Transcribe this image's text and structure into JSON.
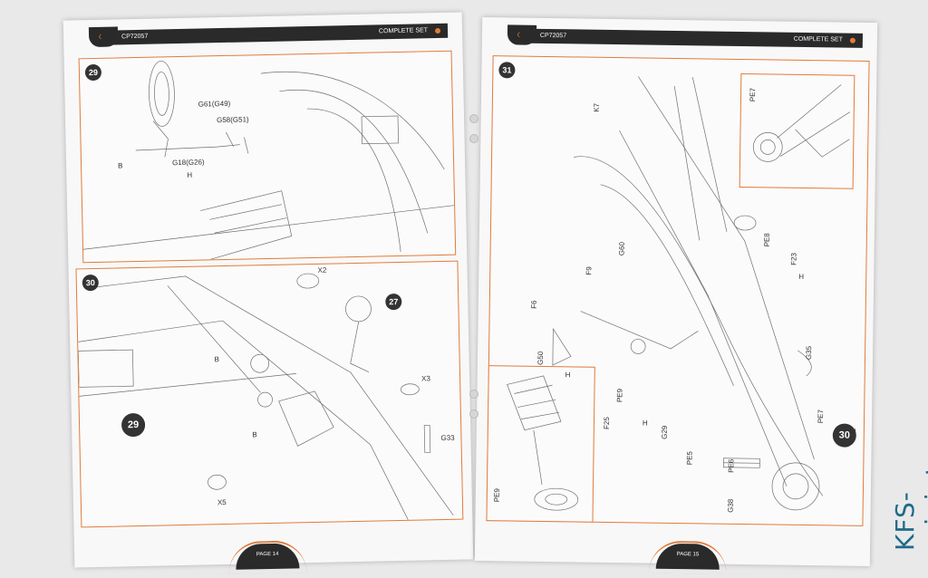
{
  "left_page": {
    "header": {
      "code": "CP72057",
      "set": "COMPLETE SET"
    },
    "footer": "PAGE 14",
    "steps": [
      "29",
      "30",
      "29",
      "27"
    ],
    "labels": [
      "G61(G49)",
      "G58(G51)",
      "G18(G26)",
      "B",
      "B",
      "B",
      "H",
      "X2",
      "X3",
      "X5",
      "G33"
    ]
  },
  "right_page": {
    "header": {
      "code": "CP72057",
      "set": "COMPLETE SET"
    },
    "footer": "PAGE 15",
    "steps": [
      "31",
      "30"
    ],
    "labels": [
      "K7",
      "PE7",
      "PE8",
      "F23",
      "G60",
      "F9",
      "F6",
      "G50",
      "F25",
      "PE9",
      "G29",
      "PE5",
      "PE6",
      "G35",
      "PE7",
      "G38",
      "PE9",
      "H",
      "H",
      "H",
      "H"
    ]
  },
  "watermark": "KFS-miniatures"
}
